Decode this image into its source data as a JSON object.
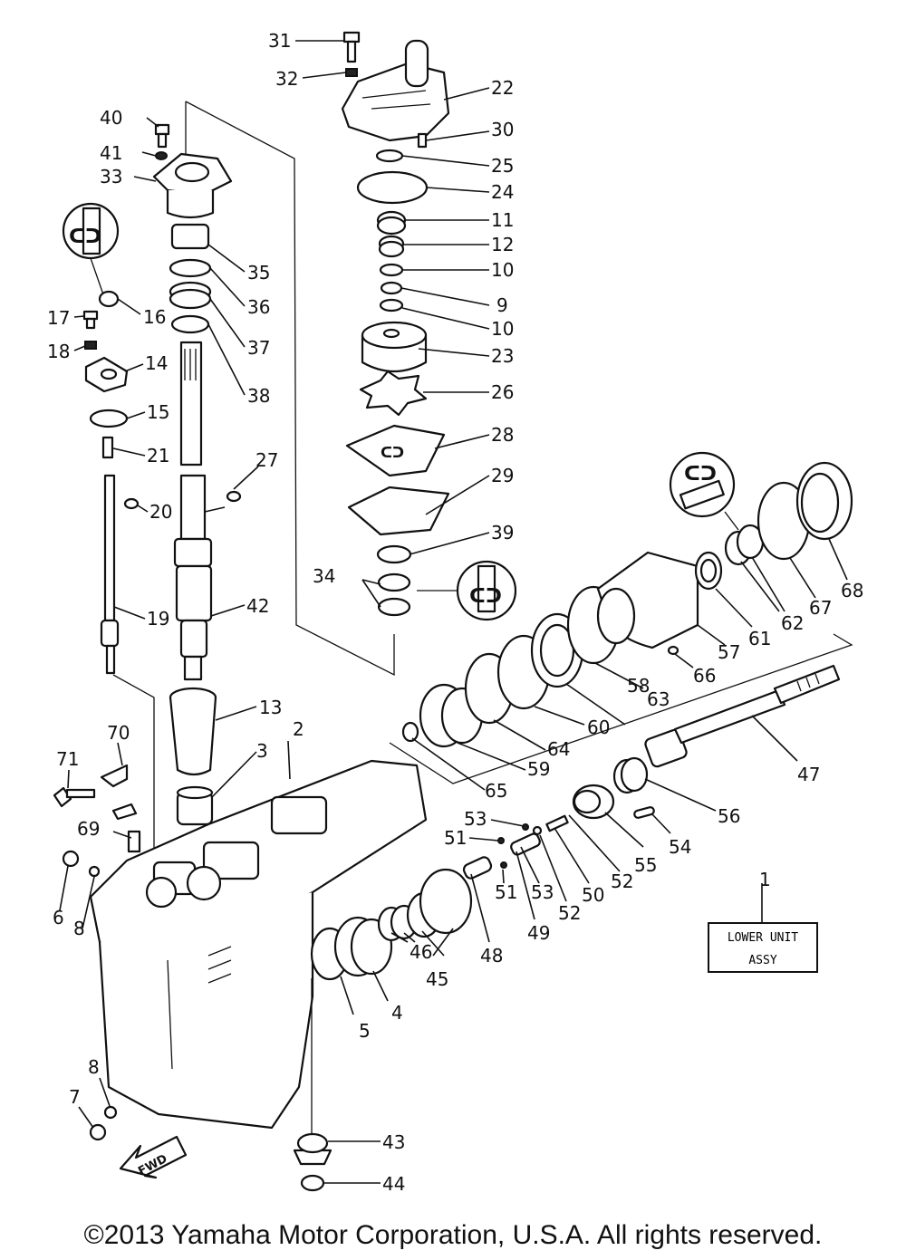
{
  "callouts": {
    "c1": "1",
    "c2": "2",
    "c3": "3",
    "c4": "4",
    "c5": "5",
    "c6": "6",
    "c7": "7",
    "c8a": "8",
    "c8b": "8",
    "c9": "9",
    "c10a": "10",
    "c10b": "10",
    "c11": "11",
    "c12": "12",
    "c13": "13",
    "c14": "14",
    "c15": "15",
    "c16": "16",
    "c17": "17",
    "c18": "18",
    "c19": "19",
    "c20": "20",
    "c21": "21",
    "c22": "22",
    "c23": "23",
    "c24": "24",
    "c25": "25",
    "c26": "26",
    "c27": "27",
    "c28": "28",
    "c29": "29",
    "c30": "30",
    "c31": "31",
    "c32": "32",
    "c33": "33",
    "c34": "34",
    "c35": "35",
    "c36": "36",
    "c37": "37",
    "c38": "38",
    "c39": "39",
    "c40": "40",
    "c41": "41",
    "c42": "42",
    "c43": "43",
    "c44": "44",
    "c45": "45",
    "c46": "46",
    "c47": "47",
    "c48": "48",
    "c49": "49",
    "c50": "50",
    "c51a": "51",
    "c51b": "51",
    "c52a": "52",
    "c52b": "52",
    "c53a": "53",
    "c53b": "53",
    "c54": "54",
    "c55": "55",
    "c56": "56",
    "c57": "57",
    "c58": "58",
    "c59": "59",
    "c60": "60",
    "c61": "61",
    "c62": "62",
    "c63": "63",
    "c64": "64",
    "c65": "65",
    "c66": "66",
    "c67": "67",
    "c68": "68",
    "c69": "69",
    "c70": "70",
    "c71": "71"
  },
  "assembly_label": {
    "line1": "LOWER UNIT",
    "line2": "ASSY"
  },
  "fwd_arrow": "FWD",
  "copyright": "©2013 Yamaha Motor Corporation, U.S.A. All rights reserved."
}
